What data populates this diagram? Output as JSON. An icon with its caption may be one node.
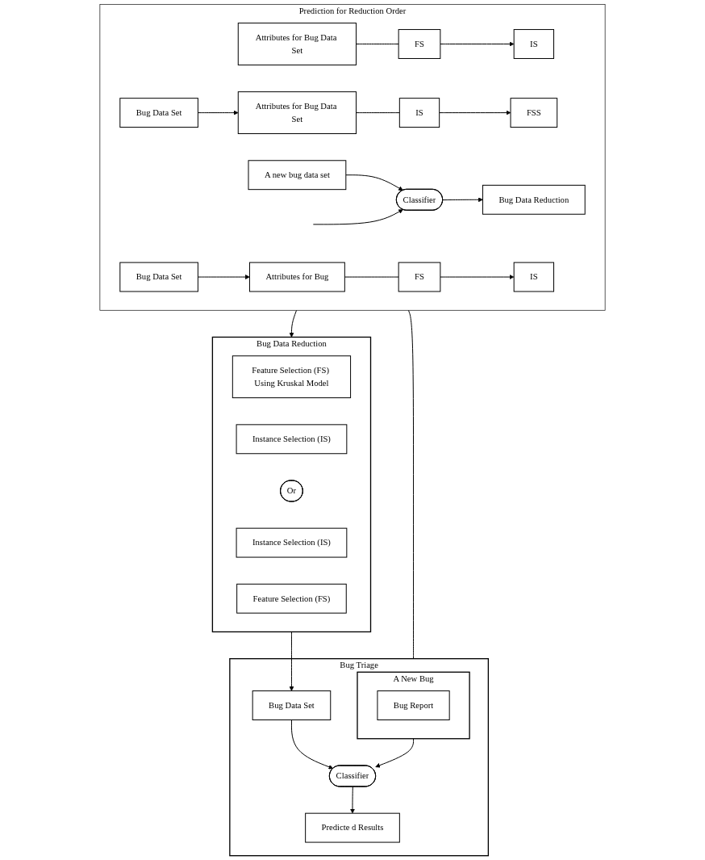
{
  "diagram": {
    "nodes": [
      {
        "text": [
          "Bug Triage"
        ]
      },
      {
        "text": [
          "A New Bug"
        ],
        "in": 0
      },
      {
        "text": [
          "Bug Report"
        ],
        "in": 1
      },
      {
        "text": [
          "Bug Data Set"
        ],
        "in": 0
      },
      {
        "text": [
          "Classifier"
        ],
        "in": 0
      },
      {
        "text": [
          "Predicte d Results"
        ],
        "in": 0
      },
      {
        "text": [
          "Bug Data Reduction"
        ]
      },
      {
        "text": [
          "Feature Selection (FS) Using Kruskal Model"
        ],
        "in": 6
      },
      {
        "text": [
          "Instance Selection (IS)"
        ],
        "in": 6
      },
      {
        "text": [
          "Or"
        ],
        "in": 6
      },
      {
        "text": [
          "Instance Selection (IS)"
        ],
        "in": 6
      },
      {
        "text": [
          "Feature Selection (FS)"
        ],
        "in": 6
      },
      {
        "text": [
          "Prediction for Reduction Order"
        ]
      },
      {
        "text": [
          "Attributes for Bug Data Set"
        ],
        "in": 12
      },
      {
        "text": [
          "FS"
        ],
        "in": 12
      },
      {
        "text": [
          "IS"
        ],
        "in": 12
      },
      {
        "text": [
          "Bug Data Set"
        ],
        "in": 12
      },
      {
        "text": [
          "Attributes for Bug Data Set"
        ],
        "in": 12
      },
      {
        "text": [
          "IS"
        ],
        "in": 12
      },
      {
        "text": [
          "FSS"
        ],
        "in": 12
      },
      {
        "text": [
          "A new bug data set"
        ],
        "in": 12
      },
      {
        "text": [
          "Classifier"
        ],
        "in": 12
      },
      {
        "text": [
          "Bug Data Reduction"
        ],
        "in": 12
      },
      {
        "text": [
          "Bug Data Set"
        ],
        "in": 12
      },
      {
        "text": [
          "Attributes for Bug"
        ],
        "in": 12
      },
      {
        "text": [
          "FS"
        ],
        "in": 12
      },
      {
        "text": [
          "IS"
        ],
        "in": 12
      }
    ],
    "edges": [
      {
        "from": 1,
        "to": 4,
        "arrow": "to"
      },
      {
        "from": 3,
        "to": 4,
        "arrow": "to"
      },
      {
        "from": 4,
        "to": 5,
        "arrow": "to"
      },
      {
        "from": 6,
        "to": 3,
        "arrow": "to"
      },
      {
        "from": 12,
        "to": 6,
        "arrow": "to"
      },
      {
        "from": 12,
        "to": 0,
        "arrow": "none"
      },
      {
        "from": 13,
        "to": 14,
        "arrow": "none"
      },
      {
        "from": 14,
        "to": 15,
        "arrow": "to"
      },
      {
        "from": 16,
        "to": 17,
        "arrow": "to"
      },
      {
        "from": 17,
        "to": 18,
        "arrow": "none"
      },
      {
        "from": 18,
        "to": 19,
        "arrow": "to"
      },
      {
        "from": 20,
        "to": 21,
        "arrow": "to"
      },
      {
        "from": null,
        "to": 21,
        "arrow": "to"
      },
      {
        "from": 21,
        "to": 22,
        "arrow": "to"
      },
      {
        "from": 23,
        "to": 24,
        "arrow": "to"
      },
      {
        "from": 24,
        "to": 25,
        "arrow": "none"
      },
      {
        "from": 25,
        "to": 26,
        "arrow": "to"
      }
    ]
  }
}
